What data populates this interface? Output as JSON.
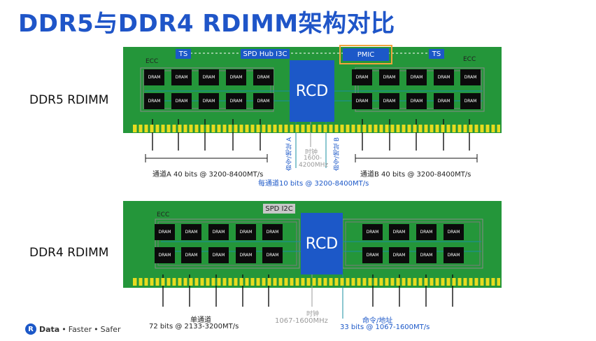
{
  "title": "DDR5与DDR4 RDIMM架构对比",
  "ddr5": {
    "label": "DDR5 RDIMM",
    "ecc_left": "ECC",
    "ecc_right": "ECC",
    "ts_left": "TS",
    "ts_right": "TS",
    "spd_hub": "SPD Hub I3C",
    "pmic": "PMIC",
    "rcd": "RCD",
    "dram_label": "DRAM",
    "channel_a": "通道A 40 bits @ 3200-8400MT/s",
    "channel_b": "通道B 40 bits @ 3200-8400MT/s",
    "cmd_a": "命令/地址 A",
    "cmd_b": "命令/地址 B",
    "clock_label": "时钟",
    "clock_range_1": "1600-",
    "clock_range_2": "4200MHz",
    "per_channel": "每通道10 bits @ 3200-8400MT/s"
  },
  "ddr4": {
    "label": "DDR4 RDIMM",
    "ecc": "ECC",
    "spd": "SPD I2C",
    "rcd": "RCD",
    "dram_label": "DRAM",
    "single_channel": "单通道",
    "bits": "72 bits @ 2133-3200MT/s",
    "clock_label": "时钟",
    "clock_range": "1067-1600MHz",
    "cmd_label": "命令/地址",
    "cmd_bits": "33 bits @ 1067-1600MT/s"
  },
  "logo": {
    "badge": "R",
    "data": "Data",
    "faster": "Faster",
    "safer": "Safer",
    "dot": "•"
  },
  "colors": {
    "title_blue": "#1f55c8",
    "board_green": "#24963a",
    "chip_black": "#0b0b0b",
    "rcd_blue": "#1c58c8",
    "pin_gold": "#e7dc1f",
    "pmic_highlight": "#f2a43c",
    "trace_teal": "#1a8fa0"
  }
}
